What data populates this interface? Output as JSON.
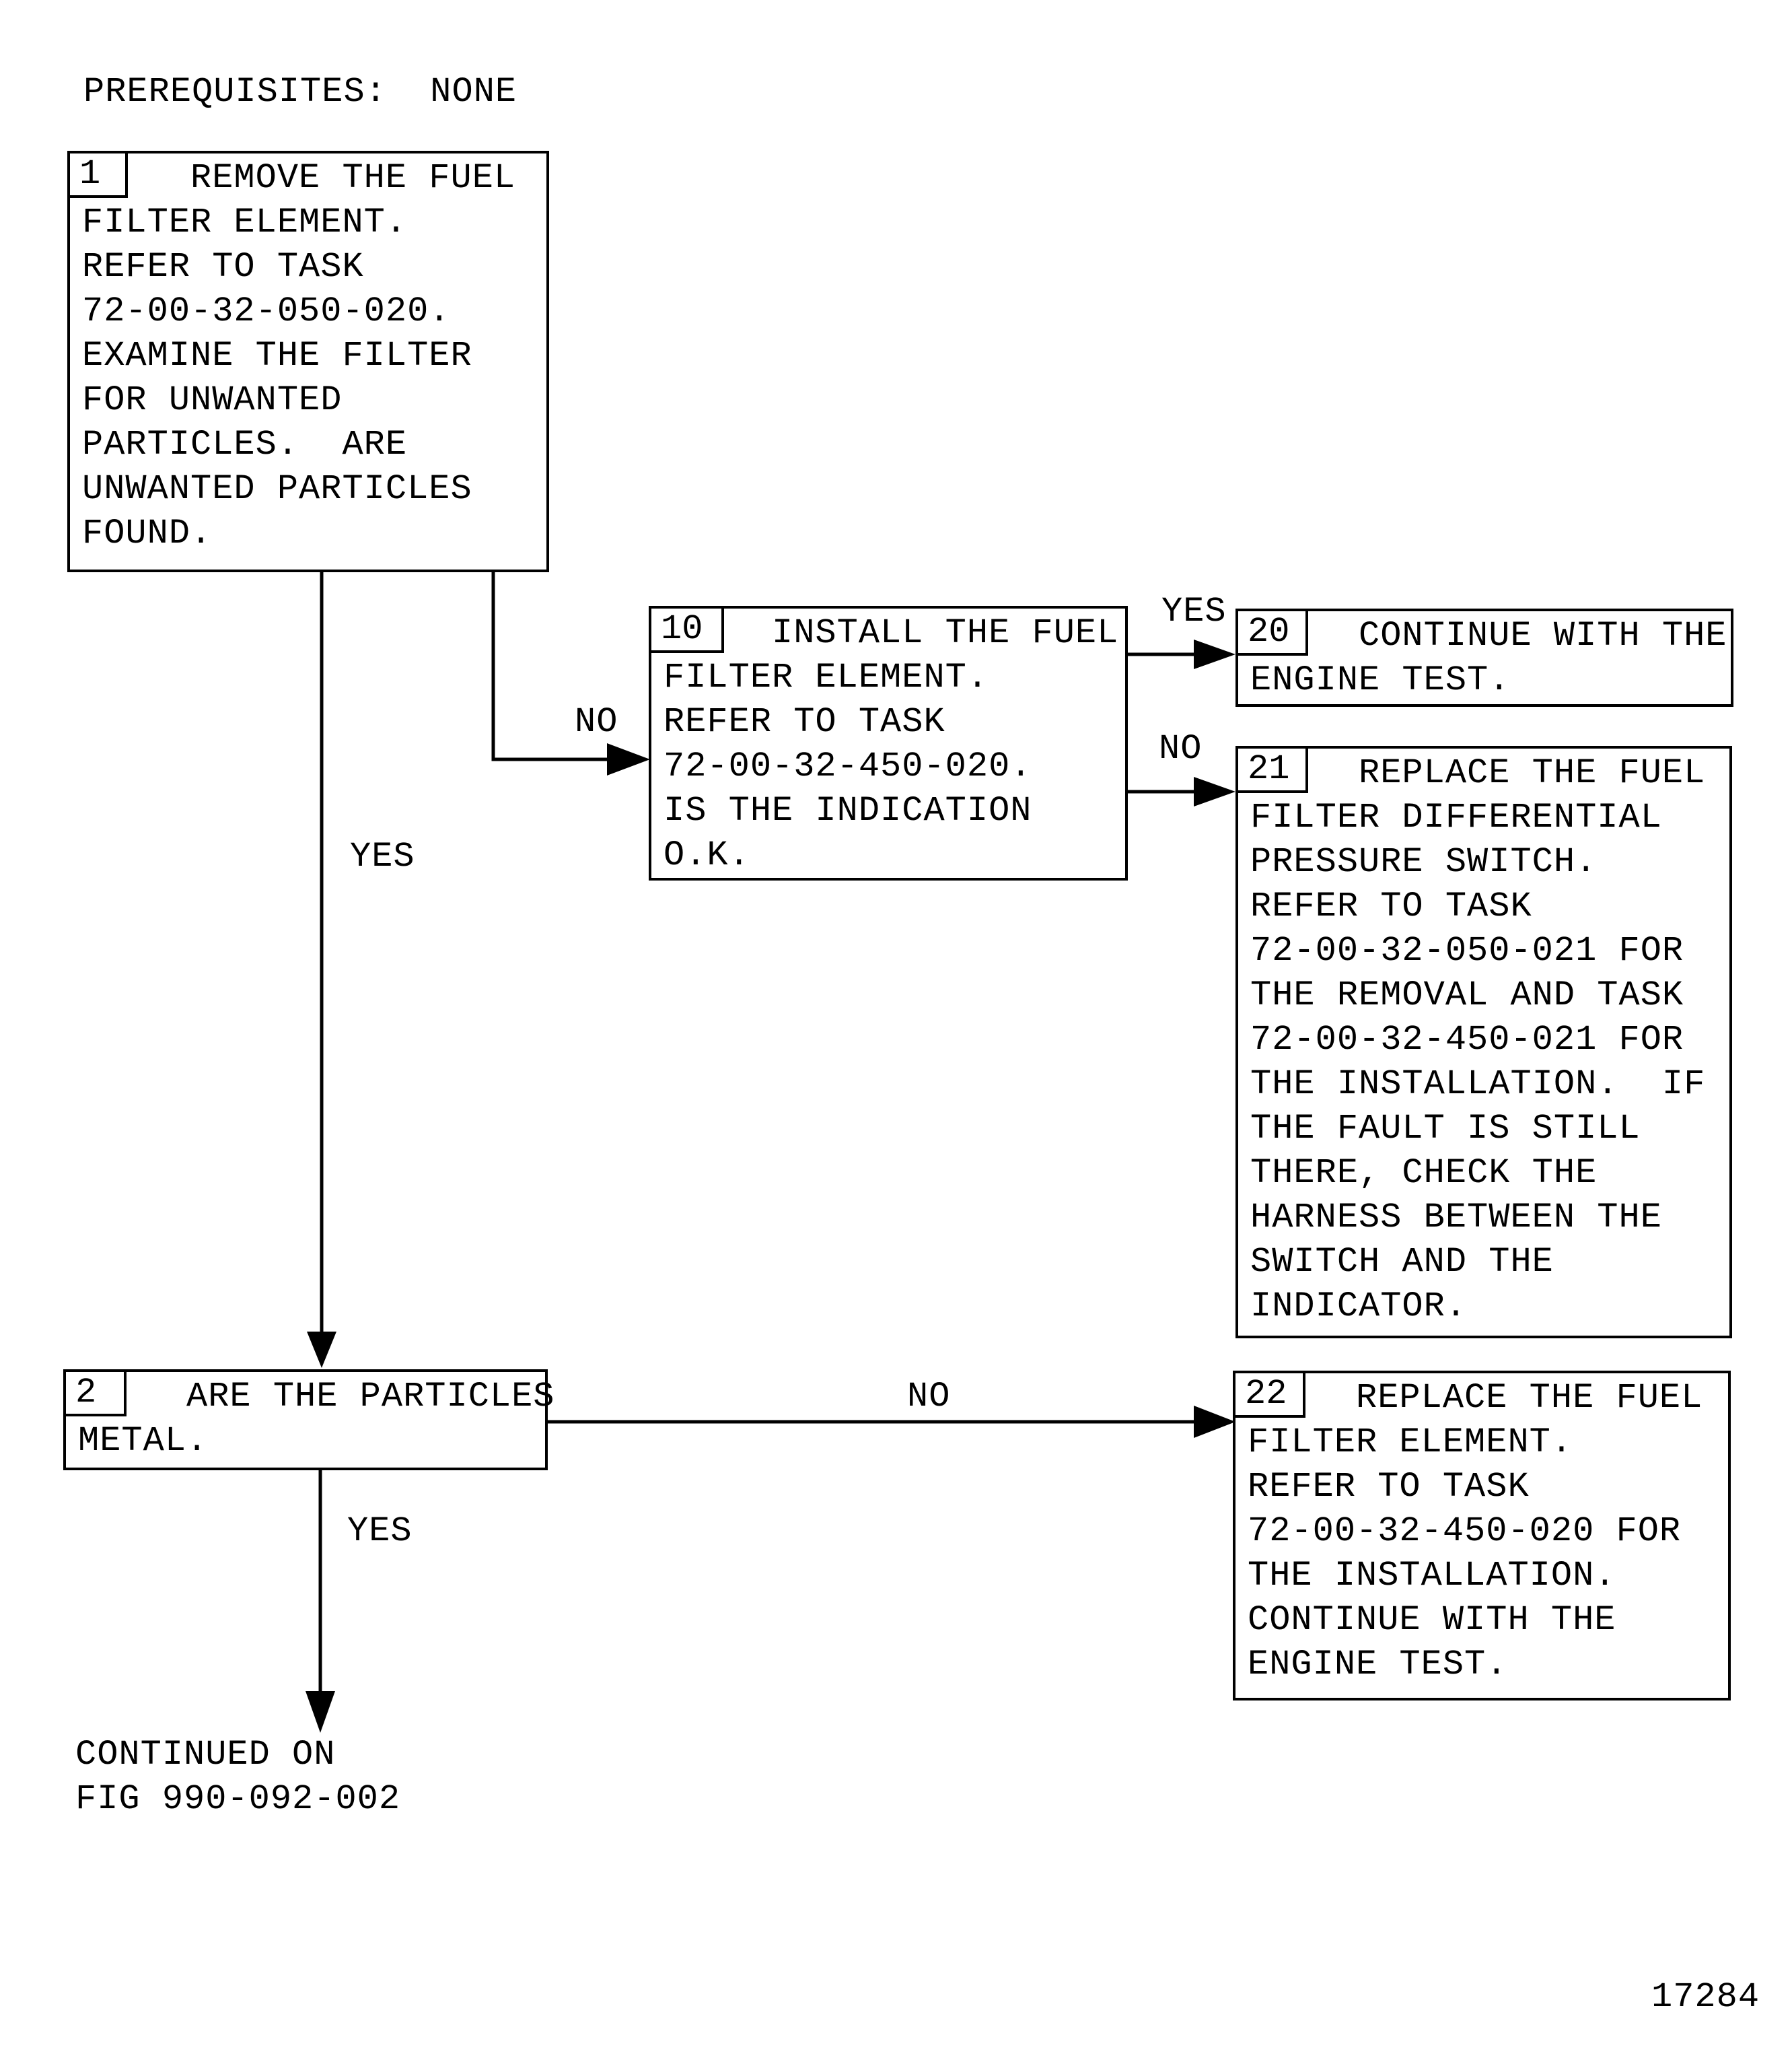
{
  "header": {
    "prerequisites": "PREREQUISITES:  NONE"
  },
  "steps": {
    "s1": {
      "number": "1",
      "text": "     REMOVE THE FUEL\nFILTER ELEMENT.\nREFER TO TASK\n72-00-32-050-020.\nEXAMINE THE FILTER\nFOR UNWANTED\nPARTICLES.  ARE\nUNWANTED PARTICLES\nFOUND."
    },
    "s2": {
      "number": "2",
      "text": "     ARE THE PARTICLES\nMETAL."
    },
    "s10": {
      "number": "10",
      "text": "     INSTALL THE FUEL\nFILTER ELEMENT.\nREFER TO TASK\n72-00-32-450-020.\nIS THE INDICATION\nO.K."
    },
    "s20": {
      "number": "20",
      "text": "     CONTINUE WITH THE\nENGINE TEST."
    },
    "s21": {
      "number": "21",
      "text": "     REPLACE THE FUEL\nFILTER DIFFERENTIAL\nPRESSURE SWITCH.\nREFER TO TASK\n72-00-32-050-021 FOR\nTHE REMOVAL AND TASK\n72-00-32-450-021 FOR\nTHE INSTALLATION.  IF\nTHE FAULT IS STILL\nTHERE, CHECK THE\nHARNESS BETWEEN THE\nSWITCH AND THE\nINDICATOR."
    },
    "s22": {
      "number": "22",
      "text": "     REPLACE THE FUEL\nFILTER ELEMENT.\nREFER TO TASK\n72-00-32-450-020 FOR\nTHE INSTALLATION.\nCONTINUE WITH THE\nENGINE TEST."
    }
  },
  "labels": {
    "s1_yes": "YES",
    "s1_no": "NO",
    "s10_yes": "YES",
    "s10_no": "NO",
    "s2_no": "NO",
    "s2_yes": "YES"
  },
  "continuation": "CONTINUED ON\nFIG 990-092-002",
  "figure_id": "17284"
}
